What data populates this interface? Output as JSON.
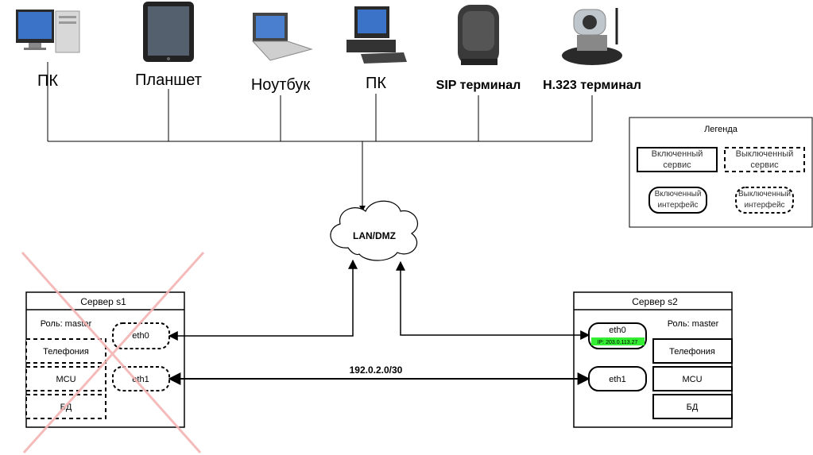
{
  "devices": [
    {
      "label": "ПК",
      "icon": "desktop-pc-icon",
      "bold": false
    },
    {
      "label": "Планшет",
      "icon": "tablet-icon",
      "bold": false
    },
    {
      "label": "Ноутбук",
      "icon": "laptop-icon",
      "bold": false
    },
    {
      "label": "ПК",
      "icon": "workstation-pc-icon",
      "bold": false
    },
    {
      "label": "SIP терминал",
      "icon": "sip-terminal-icon",
      "bold": true
    },
    {
      "label": "H.323 терминал",
      "icon": "h323-camera-icon",
      "bold": true
    }
  ],
  "network": {
    "label": "LAN/DMZ"
  },
  "link": {
    "label": "192.0.2.0/30"
  },
  "legend": {
    "title": "Легенда",
    "enabled_service": "Включенный сервис",
    "disabled_service": "Выключенный сервис",
    "enabled_interface": "Включенный интерфейс",
    "disabled_interface": "Выключенный интерфейс"
  },
  "server_s1": {
    "title": "Сервер s1",
    "role": "Роль: master",
    "eth0": "eth0",
    "eth1": "eth1",
    "services": [
      "Телефония",
      "MCU",
      "БД"
    ],
    "status": "failed"
  },
  "server_s2": {
    "title": "Сервер s2",
    "role": "Роль: master",
    "eth0": "eth0",
    "eth0_ip": "IP: 203.0.113.27",
    "eth1": "eth1",
    "services": [
      "Телефония",
      "MCU",
      "БД"
    ]
  },
  "colors": {
    "line": "#000000",
    "active_ip": "#33ee33",
    "failed_cross": "#f4b4b4"
  }
}
